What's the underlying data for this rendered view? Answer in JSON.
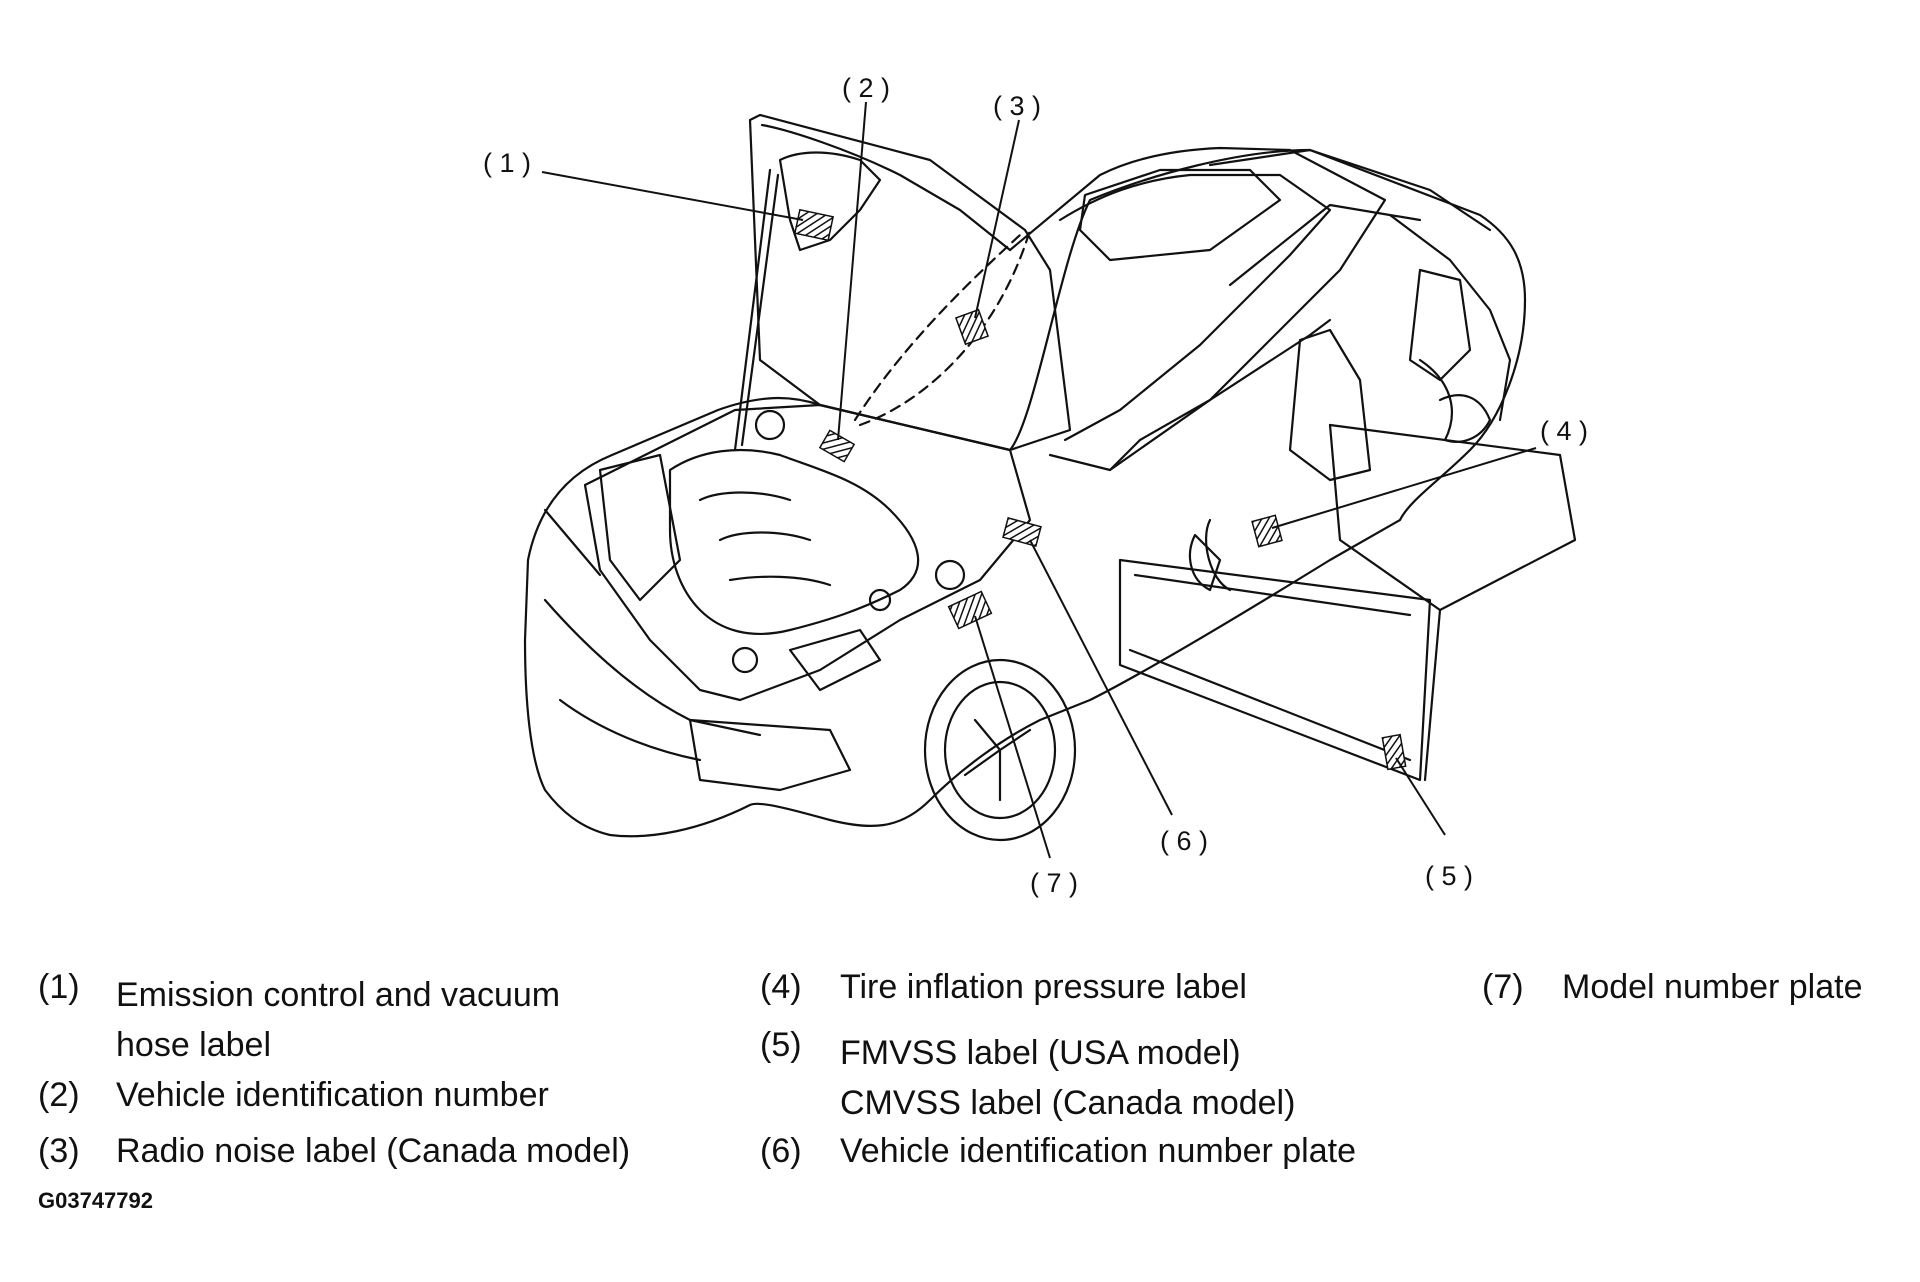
{
  "callouts": [
    {
      "num": "( 1 )"
    },
    {
      "num": "( 2 )"
    },
    {
      "num": "( 3 )"
    },
    {
      "num": "( 4 )"
    },
    {
      "num": "( 5 )"
    },
    {
      "num": "( 6 )"
    },
    {
      "num": "( 7 )"
    }
  ],
  "legend": [
    {
      "num": "(1)",
      "text": "Emission control and vacuum\nhose label"
    },
    {
      "num": "(2)",
      "text": "Vehicle identification number"
    },
    {
      "num": "(3)",
      "text": "Radio noise label (Canada model)"
    },
    {
      "num": "(4)",
      "text": "Tire inflation pressure label"
    },
    {
      "num": "(5)",
      "text": "FMVSS label (USA model)\nCMVSS label (Canada model)"
    },
    {
      "num": "(6)",
      "text": "Vehicle identification number plate"
    },
    {
      "num": "(7)",
      "text": "Model number plate"
    }
  ],
  "figure_id": "G03747792"
}
